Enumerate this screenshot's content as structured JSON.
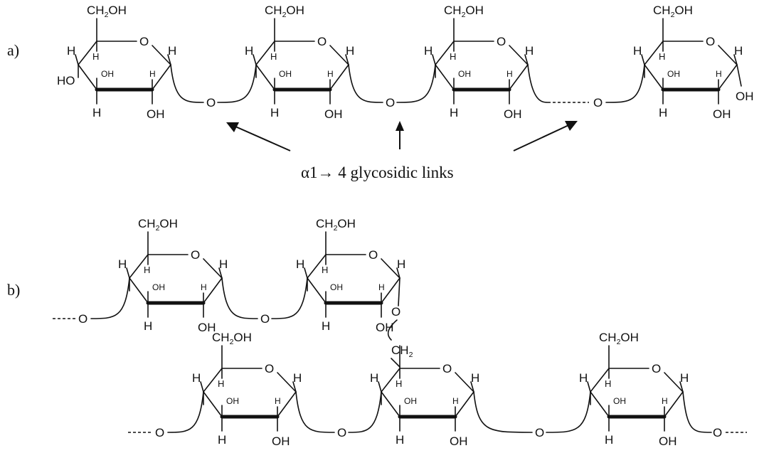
{
  "labels": {
    "part_a": "a)",
    "part_b": "b)",
    "caption": "α1→ 4 glycosidic links"
  },
  "atoms": {
    "ring_o": "O",
    "h": "H",
    "oh": "OH",
    "ho": "HO",
    "ch2oh": "CH",
    "ch2oh_sub": "2",
    "ch2oh_tail": "OH",
    "link_o": "O",
    "ch2": "CH",
    "ch2_sub": "2"
  },
  "structure": {
    "a": {
      "units": 4,
      "link_styles": [
        "solid",
        "solid",
        "dashed"
      ],
      "left_end_group": "HO",
      "right_end_group": "OH"
    },
    "b": {
      "upper_chain_units": 2,
      "lower_chain_units": 3,
      "branch_point": "α1→6",
      "branch_group": "CH2"
    }
  }
}
